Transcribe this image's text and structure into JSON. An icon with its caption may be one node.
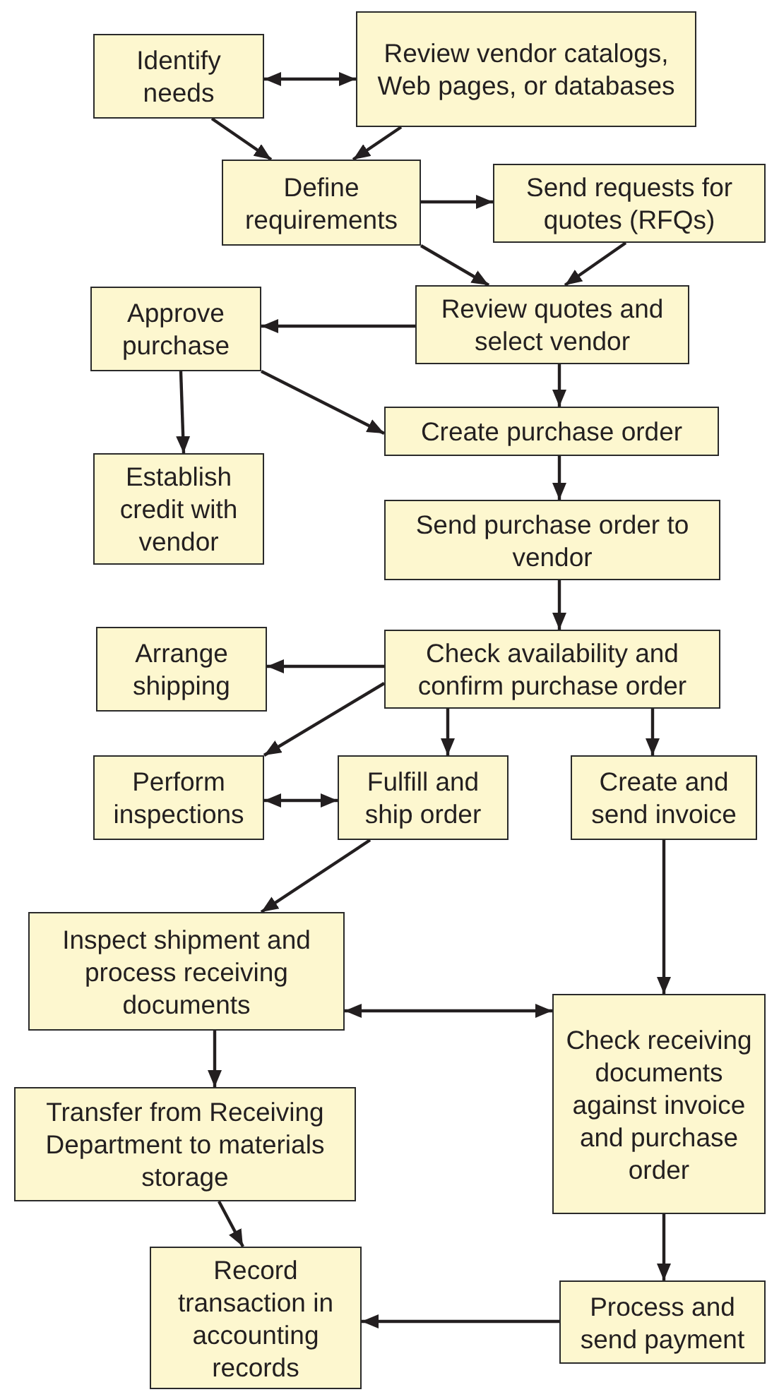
{
  "diagram": {
    "nodes": [
      {
        "text": [
          "Identify needs"
        ]
      },
      {
        "text": [
          "Review vendor catalogs, Web pages, or databases"
        ]
      },
      {
        "text": [
          "Define requirements"
        ]
      },
      {
        "text": [
          "Send requests for quotes (RFQs)"
        ]
      },
      {
        "text": [
          "Review quotes and select vendor"
        ]
      },
      {
        "text": [
          "Approve purchase"
        ]
      },
      {
        "text": [
          "Create purchase order"
        ]
      },
      {
        "text": [
          "Establish credit with vendor"
        ]
      },
      {
        "text": [
          "Send purchase order to vendor"
        ]
      },
      {
        "text": [
          "Check availability and confirm purchase order"
        ]
      },
      {
        "text": [
          "Arrange shipping"
        ]
      },
      {
        "text": [
          "Perform inspections"
        ]
      },
      {
        "text": [
          "Fulfill and ship order"
        ]
      },
      {
        "text": [
          "Create and send invoice"
        ]
      },
      {
        "text": [
          "Inspect shipment and process receiving documents"
        ]
      },
      {
        "text": [
          "Check receiving documents against invoice and purchase order"
        ]
      },
      {
        "text": [
          "Transfer from Receiving Department to materials storage"
        ]
      },
      {
        "text": [
          "Record transaction in accounting records"
        ]
      },
      {
        "text": [
          "Process and send payment"
        ]
      }
    ],
    "edges": [
      {
        "from": 0,
        "to": 1,
        "arrow": "both"
      },
      {
        "from": 0,
        "to": 2,
        "arrow": "to"
      },
      {
        "from": 1,
        "to": 2,
        "arrow": "to"
      },
      {
        "from": 2,
        "to": 3,
        "arrow": "to"
      },
      {
        "from": 2,
        "to": 4,
        "arrow": "to"
      },
      {
        "from": 3,
        "to": 4,
        "arrow": "to"
      },
      {
        "from": 4,
        "to": 5,
        "arrow": "to"
      },
      {
        "from": 5,
        "to": 7,
        "arrow": "to"
      },
      {
        "from": 5,
        "to": 6,
        "arrow": "to"
      },
      {
        "from": 4,
        "to": 6,
        "arrow": "to"
      },
      {
        "from": 6,
        "to": 8,
        "arrow": "to"
      },
      {
        "from": 8,
        "to": 9,
        "arrow": "to"
      },
      {
        "from": 9,
        "to": 10,
        "arrow": "to"
      },
      {
        "from": 9,
        "to": 11,
        "arrow": "to"
      },
      {
        "from": 9,
        "to": 12,
        "arrow": "to"
      },
      {
        "from": 9,
        "to": 13,
        "arrow": "to"
      },
      {
        "from": 11,
        "to": 12,
        "arrow": "both"
      },
      {
        "from": 12,
        "to": 14,
        "arrow": "to"
      },
      {
        "from": 13,
        "to": 15,
        "arrow": "to"
      },
      {
        "from": 14,
        "to": 15,
        "arrow": "both"
      },
      {
        "from": 14,
        "to": 16,
        "arrow": "to"
      },
      {
        "from": 16,
        "to": 17,
        "arrow": "to"
      },
      {
        "from": 15,
        "to": 18,
        "arrow": "to"
      },
      {
        "from": 18,
        "to": 17,
        "arrow": "to"
      }
    ]
  }
}
